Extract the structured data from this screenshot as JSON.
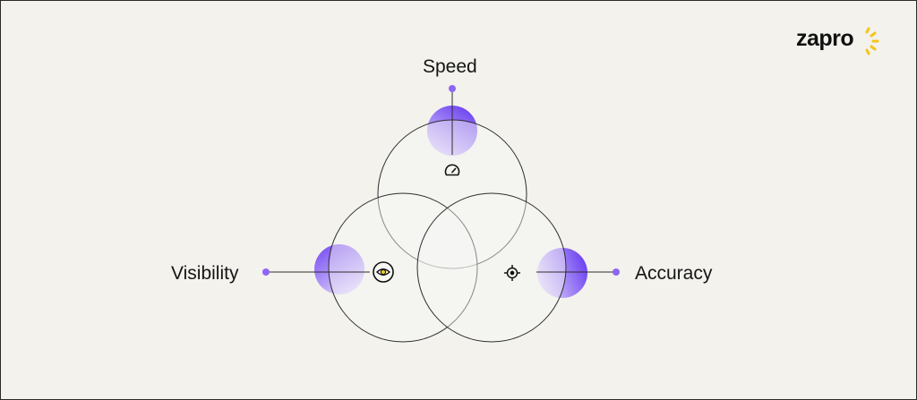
{
  "brand": {
    "name": "zapro",
    "accent_color": "#f5c518"
  },
  "diagram": {
    "nodes": [
      {
        "id": "speed",
        "label": "Speed",
        "icon": "speedometer-icon"
      },
      {
        "id": "visibility",
        "label": "Visibility",
        "icon": "eye-icon"
      },
      {
        "id": "accuracy",
        "label": "Accuracy",
        "icon": "crosshair-target-icon"
      }
    ],
    "colors": {
      "purple_dark": "#6a3ff0",
      "purple_light": "#d9c9fb",
      "circle_stroke": "#2d2d2d",
      "circle_fill": "#f7f7f3",
      "dot": "#8f66f4"
    }
  }
}
